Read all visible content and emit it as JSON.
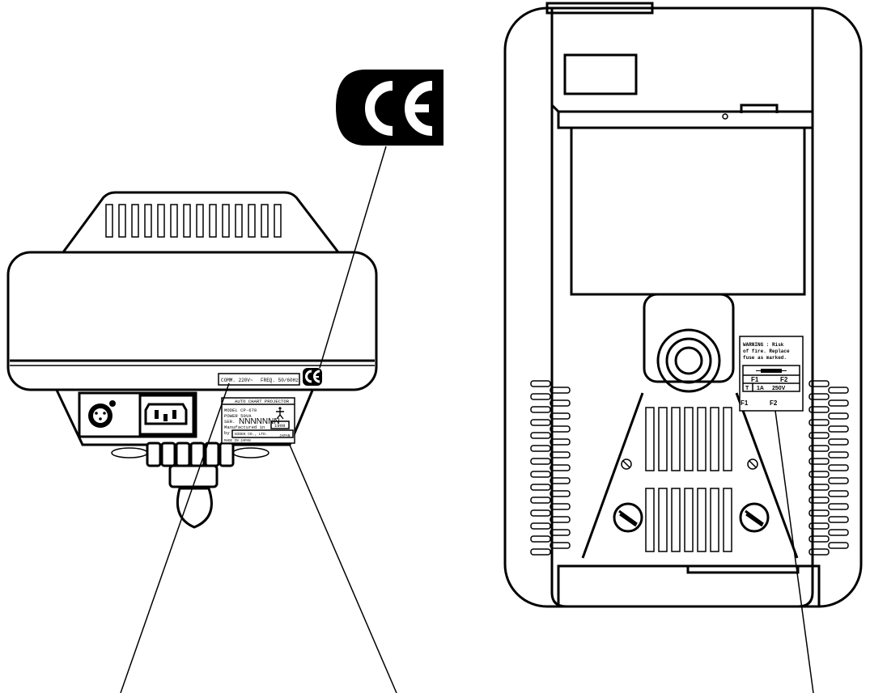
{
  "ce_mark": "CE",
  "rating_label": {
    "volt": "COMM. 220V~",
    "freq": "FREQ. 50/60Hz"
  },
  "nameplate": {
    "title": "AUTO CHART PROJECTOR",
    "model": "MODEL CP-670",
    "power": "POWER 50VA",
    "serial_label": "SER.",
    "serial_value": "NNNNNNN",
    "manufactured": "Manufactured in",
    "year": "1998",
    "by": "by",
    "maker_line1": "NIDEK CO., LTD.",
    "maker_line2": "JAPAN",
    "made_in": "MADE IN JAPAN"
  },
  "fuse_label": {
    "warning": [
      "WARNING : Risk",
      "of fire. Replace",
      "fuse as marked."
    ],
    "col1": "F1",
    "col2": "F2",
    "rating_type": "T",
    "rating_current": "1A",
    "rating_voltage": "250V"
  },
  "holder_labels": {
    "left": "F1",
    "right": "F2"
  }
}
